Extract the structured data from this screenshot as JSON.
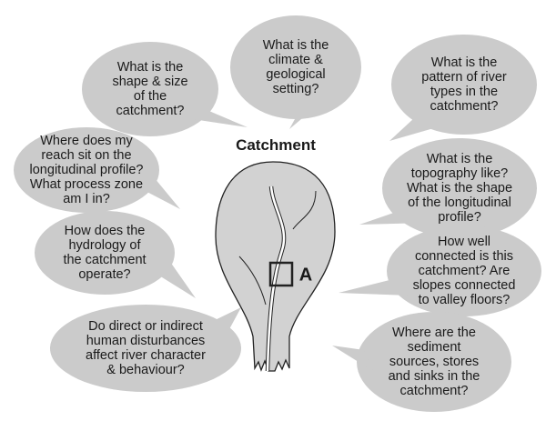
{
  "title": "Catchment",
  "reach_label": "A",
  "colors": {
    "bubble": "#cbcbcb",
    "catchment": "#d2d2d2",
    "outline": "#222222"
  },
  "questions": [
    "What is the\nshape & size\nof the\ncatchment?",
    "What is the\nclimate &\ngeological\nsetting?",
    "What is the\npattern of river\ntypes in the\ncatchment?",
    "Where does my\nreach sit on the\nlongitudinal profile?\nWhat process zone\nam I in?",
    "What is the\ntopography like?\nWhat is the shape\nof the longitudinal\nprofile?",
    "How does the\nhydrology of\nthe catchment\noperate?",
    "How well\nconnected is this\ncatchment? Are\nslopes connected\nto valley floors?",
    "Do direct or indirect\nhuman disturbances\naffect river character\n& behaviour?",
    "Where are the\nsediment\nsources, stores\nand sinks in the\ncatchment?"
  ]
}
